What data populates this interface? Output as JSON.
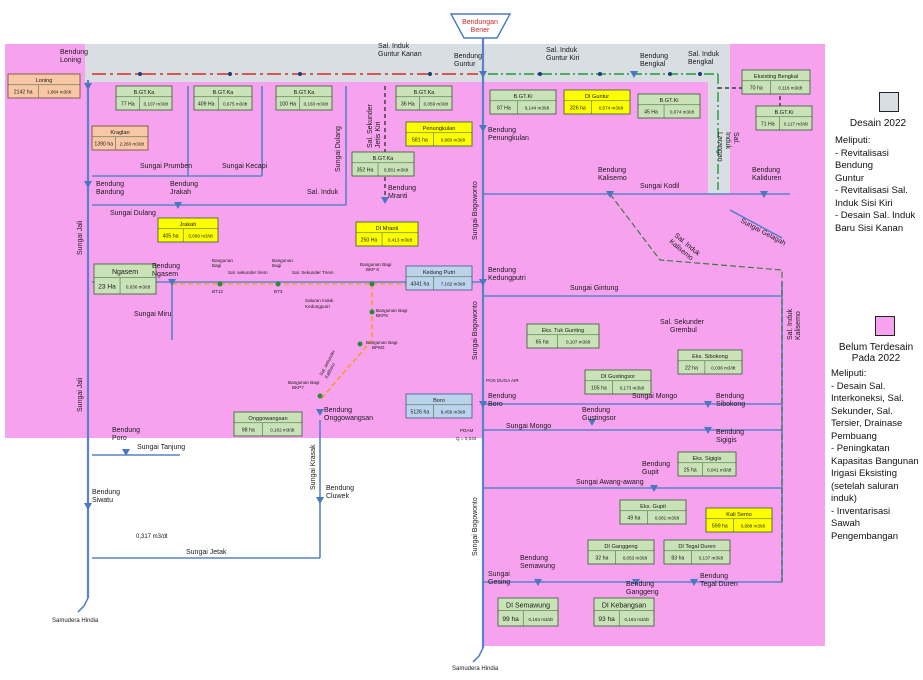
{
  "header": {
    "title": "Bendungan\nBener"
  },
  "colors": {
    "designed": "#d9dee3",
    "undesigned": "#f7a2ef",
    "canal_kanan": "#d42a2a",
    "canal_kiri": "#1e9a3a",
    "river": "#5b82c8"
  },
  "weirs": [
    {
      "id": "loning",
      "label": "Bendung\nLoning"
    },
    {
      "id": "guntur",
      "label": "Bendung\nGuntur"
    },
    {
      "id": "bengkal",
      "label": "Bendung\nBengkal"
    },
    {
      "id": "penungkulan",
      "label": "Bendung\nPenungkulan"
    },
    {
      "id": "bandung",
      "label": "Bendung\nBandung"
    },
    {
      "id": "jrakah",
      "label": "Bendung\nJrakah"
    },
    {
      "id": "mranti",
      "label": "Bendung\nMranti"
    },
    {
      "id": "kalisemo",
      "label": "Bendung\nKalisemo"
    },
    {
      "id": "kaliduren",
      "label": "Bendung\nKaliduren"
    },
    {
      "id": "ngasem",
      "label": "Bendung\nNgasem"
    },
    {
      "id": "kedungputri",
      "label": "Bendung\nKedungputri"
    },
    {
      "id": "onggowangsan",
      "label": "Bendung\nOnggowangsan"
    },
    {
      "id": "boro",
      "label": "Bendung\nBoro"
    },
    {
      "id": "poro",
      "label": "Bendung\nPoro"
    },
    {
      "id": "siwatu",
      "label": "Bendung\nSiwatu"
    },
    {
      "id": "cluwek",
      "label": "Bendung\nCluwek"
    },
    {
      "id": "gustingsor",
      "label": "Bendung\nGustingsor"
    },
    {
      "id": "sibokong",
      "label": "Bendung\nSibokong"
    },
    {
      "id": "sigigis",
      "label": "Bendung\nSigigis"
    },
    {
      "id": "gupit",
      "label": "Bendung\nGupit"
    },
    {
      "id": "semawung",
      "label": "Bendung\nSemawung"
    },
    {
      "id": "ganggeng",
      "label": "Bendung\nGanggeng"
    },
    {
      "id": "tegalduren",
      "label": "Bendung\nTegal Duren"
    }
  ],
  "boxes": [
    {
      "id": "loning",
      "name": "Loning",
      "area": "2142 ha",
      "flow": "1,864 m3/dt"
    },
    {
      "id": "kraglan",
      "name": "Kraglan",
      "area": "1390 ha",
      "flow": "2,260 m3/dt"
    },
    {
      "id": "bgtka1",
      "name": "B.GT.Ka",
      "area": "77 Ha",
      "flow": "0,107 m3/dt"
    },
    {
      "id": "bgtka2",
      "name": "B.GT.Ka",
      "area": "409 Ha",
      "flow": "0,675 m3/dt"
    },
    {
      "id": "bgtka3",
      "name": "B.GT.Ka",
      "area": "100 Ha",
      "flow": "0,160 m3/dt"
    },
    {
      "id": "bgtka4",
      "name": "B.GT.Ka",
      "area": "36 Ha",
      "flow": "0,059 m3/dt"
    },
    {
      "id": "penungkulan",
      "name": "Penungkulan",
      "area": "581 ha",
      "flow": "0,960 m3/dt"
    },
    {
      "id": "bgtka5",
      "name": "B.GT.Ka",
      "area": "352 Ha",
      "flow": "0,581 m3/dt"
    },
    {
      "id": "bgtki1",
      "name": "B.GT.Ki",
      "area": "87 Ha",
      "flow": "0,144 m3/dt"
    },
    {
      "id": "diguntur",
      "name": "DI Guntur",
      "area": "326 ha",
      "flow": "0,574 m3/dt"
    },
    {
      "id": "bgtki2",
      "name": "B.GT.Ki",
      "area": "45 Ha",
      "flow": "0,074 m3/dt"
    },
    {
      "id": "eksbengkal",
      "name": "Eksisting Bengkal",
      "area": "70 ha",
      "flow": "0,116 m3/dt"
    },
    {
      "id": "bgtki3",
      "name": "B.GT.Ki",
      "area": "71 Ha",
      "flow": "0,117 m3/dt"
    },
    {
      "id": "jrakah",
      "name": "Jrakah",
      "area": "405 ha",
      "flow": "0,669 m3/dt"
    },
    {
      "id": "dimranti",
      "name": "DI Mranti",
      "area": "250 Ha",
      "flow": "0,413 m3/dt"
    },
    {
      "id": "ngasem",
      "name": "Ngasem",
      "area": "23 Ha",
      "flow": "0,036 m3/dt"
    },
    {
      "id": "kedungputri",
      "name": "Kedung Putri",
      "area": "4341 ha",
      "flow": "7,162 m3/dt"
    },
    {
      "id": "ekstukgunting",
      "name": "Eks. Tuk Gunting",
      "area": "65 ha",
      "flow": "0,107 m3/dt"
    },
    {
      "id": "ekssibokong",
      "name": "Eks. Sibokong",
      "area": "22 ha",
      "flow": "0,036 m3/dt"
    },
    {
      "id": "digustingsor",
      "name": "DI Gustingsor",
      "area": "105 ha",
      "flow": "0,173 m3/dt"
    },
    {
      "id": "onggowangsan",
      "name": "Onggowangsan",
      "area": "98 ha",
      "flow": "0,162 m3/dt"
    },
    {
      "id": "boro",
      "name": "Boro",
      "area": "5126 ha",
      "flow": "8,458 m3/dt"
    },
    {
      "id": "ekssigigis",
      "name": "Eks. Sigigis",
      "area": "25 ha",
      "flow": "0,041 m3/dt"
    },
    {
      "id": "eksgupit",
      "name": "Eks. Gupit",
      "area": "49 ha",
      "flow": "0,081 m3/dt"
    },
    {
      "id": "kalisemo",
      "name": "Kali Semo",
      "area": "599 ha",
      "flow": "0,988 m3/dt"
    },
    {
      "id": "diganggeng",
      "name": "DI Ganggeng",
      "area": "32 ha",
      "flow": "0,053 m3/dt"
    },
    {
      "id": "ditegalduren",
      "name": "DI Tegal Duren",
      "area": "83 ha",
      "flow": "0,137 m3/dt"
    },
    {
      "id": "disemawung",
      "name": "DI Semawung",
      "area": "99 ha",
      "flow": "0,163 m3/dt"
    },
    {
      "id": "dikebangsan",
      "name": "DI Kebangsan",
      "area": "93 ha",
      "flow": "0,163 m3/dt"
    }
  ],
  "labels": {
    "sal_induk_guntur_kanan": "Sal. Induk\nGuntur Kanan",
    "sal_induk_guntur_kiri": "Sal. Induk\nGuntur Kiri",
    "sal_induk_bengkal": "Sal. Induk\nBengkal",
    "sal_induk_larangan": "Sal.\nInduk\nLarangan",
    "sal_sekunder_jetis_kiri": "Sal. Sekunder\nJetis Kiri",
    "sungai_dulang_v": "Sungai Dulang",
    "sungai_prumben": "Sungai Prumben",
    "sungai_kecapi": "Sungai Kecapi",
    "sal_induk": "Sal. Induk",
    "sungai_dulang": "Sungai Dulang",
    "sungai_kodil": "Sungai Kodil",
    "sal_induk_kalisemo": "Sal. Induk\nKalisemo",
    "sungai_gelagah": "Sungai Gelagah",
    "sungai_jali_top": "Sungai Jali",
    "sungai_jali_bottom": "Sungai Jali",
    "sungai_bogowonto_top": "Sungai Bogowonto",
    "sungai_bogowonto_mid": "Sungai Bogowonto",
    "sungai_bogowonto_bottom": "Sungai Bogowonto",
    "sungai_miru": "Sungai Miru",
    "sungai_gintung": "Sungai Gintung",
    "sal_sekunder_grembul": "Sal. Sekunder\nGrembul",
    "sal_induk_kalisemo_v": "Sal. Induk\nKalisemo",
    "saluran_induk_kedungputri": "Saluran Induk\nKedungputri",
    "sal_sekunder_tirem1": "Sal. sekunder tirem",
    "sal_sekunder_tirem2": "Sal. Sekunder Tirem",
    "sal_sekunder_kaliboro": "Sal. sekunder\nKaliboro",
    "bagi_bt12": "Bangunan\nBagi\nBT12",
    "bagi_bt3": "Bangunan\nBagi\nBT3",
    "bagi_bkp6": "Bangunan Bagi\nBKP 6",
    "bagi_bkp8": "Bangunan Bagi\nBKP8",
    "bagi_bpm2": "Bangunan Bagi\nBPM2",
    "bagi_bkp7": "Bangunan Bagi\nBKP7",
    "pos_duga_air": "POS DUGA AIR",
    "pdam": "PDAM",
    "pdam_q": "Q = 0,044",
    "sungai_mongo_mid": "Sungai Mongo",
    "sungai_mongo": "Sungai Mongo",
    "sungai_tanjung": "Sungai Tanjung",
    "sungai_krasak": "Sungai Krasak",
    "flow_0317": "0,317 m3/dt",
    "sungai_jetak": "Sungai Jetak",
    "sungai_awang_awang": "Sungai Awang-awang",
    "sungai_gesing": "Sungai\nGesing",
    "samudera_left": "Samudera Hindia",
    "samudera_bottom": "Samudera Hindia"
  },
  "legend": {
    "design_title": "Desain 2022",
    "design_body": "Meliputi:\n- Revitalisasi Bendung\n  Guntur\n- Revitalisasi Sal.\n  Induk Sisi Kiri\n- Desain Sal. Induk\n  Baru Sisi Kanan",
    "undesigned_title": "Belum Terdesain\nPada 2022",
    "undesigned_body": "Meliputi:\n- Desain Sal.\n  Interkoneksi, Sal.\n  Sekunder, Sal.\n  Tersier, Drainase\n  Pembuang\n- Peningkatan\n  Kapasitas Bangunan\n  Irigasi Eksisting\n  (setelah saluran\n  induk)\n- Inventarisasi Sawah\n  Pengembangan"
  }
}
